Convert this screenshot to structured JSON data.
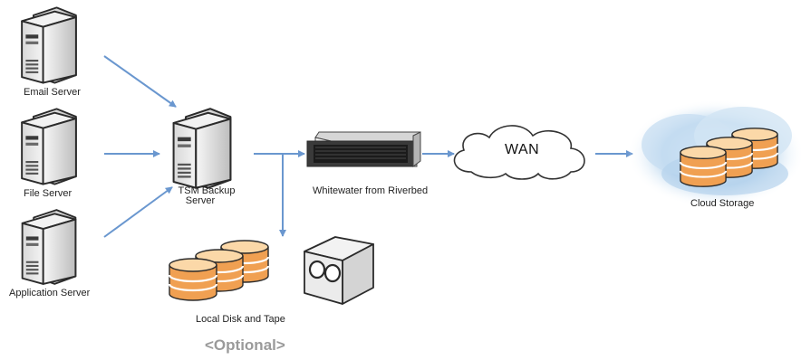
{
  "labels": {
    "email_server": "Email Server",
    "file_server": "File Server",
    "application_server": "Application Server",
    "tsm_backup_server_line1": "TSM Backup",
    "tsm_backup_server_line2": "Server",
    "whitewater": "Whitewater from Riverbed",
    "wan": "WAN",
    "cloud_storage": "Cloud Storage",
    "local_disk_and_tape": "Local Disk and Tape",
    "optional": "<Optional>"
  },
  "colors": {
    "arrow": "#6a97cf",
    "server_face": "#e9e9e9",
    "server_side": "#c9c9c9",
    "server_outline": "#2b2b2b",
    "disk_orange": "#f0a052",
    "disk_top": "#fbd8a8",
    "cloud_blue": "#bfd9ee",
    "optional_text": "#9a9a9a"
  },
  "icons": {
    "server": "server-tower-icon",
    "appliance": "rack-appliance-icon",
    "cloud": "cloud-icon",
    "disk": "disk-stack-icon",
    "tape": "tape-drive-icon"
  }
}
